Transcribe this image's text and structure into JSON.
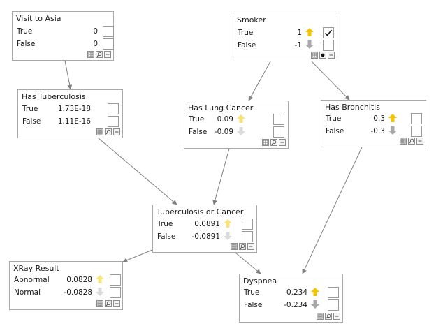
{
  "nodes": [
    {
      "id": "visit",
      "title": "Visit to Asia",
      "states": [
        {
          "label": "True",
          "value": "0",
          "arrow": "none",
          "checked": false
        },
        {
          "label": "False",
          "value": "0",
          "arrow": "none",
          "checked": false
        }
      ],
      "tools": [
        "grid-icon",
        "zoom-icon",
        "collapse-icon"
      ]
    },
    {
      "id": "smoker",
      "title": "Smoker",
      "states": [
        {
          "label": "True",
          "value": "1",
          "arrow": "up-strong",
          "checked": true
        },
        {
          "label": "False",
          "value": "-1",
          "arrow": "down-strong",
          "checked": false
        }
      ],
      "tools": [
        "grid-icon",
        "dot-icon",
        "collapse-icon"
      ]
    },
    {
      "id": "tb",
      "title": "Has Tuberculosis",
      "states": [
        {
          "label": "True",
          "value": "1.73E-18",
          "arrow": "none",
          "checked": false
        },
        {
          "label": "False",
          "value": "1.11E-16",
          "arrow": "none",
          "checked": false
        }
      ],
      "tools": [
        "grid-icon",
        "zoom-icon",
        "collapse-icon"
      ]
    },
    {
      "id": "lung",
      "title": "Has Lung Cancer",
      "states": [
        {
          "label": "True",
          "value": "0.09",
          "arrow": "up-light",
          "checked": false
        },
        {
          "label": "False",
          "value": "-0.09",
          "arrow": "down-light",
          "checked": false
        }
      ],
      "tools": [
        "grid-icon",
        "zoom-icon",
        "collapse-icon"
      ]
    },
    {
      "id": "bronch",
      "title": "Has Bronchitis",
      "states": [
        {
          "label": "True",
          "value": "0.3",
          "arrow": "up-strong",
          "checked": false
        },
        {
          "label": "False",
          "value": "-0.3",
          "arrow": "down-strong",
          "checked": false
        }
      ],
      "tools": [
        "grid-icon",
        "zoom-icon",
        "collapse-icon"
      ]
    },
    {
      "id": "tborca",
      "title": "Tuberculosis or Cancer",
      "states": [
        {
          "label": "True",
          "value": "0.0891",
          "arrow": "up-light",
          "checked": false
        },
        {
          "label": "False",
          "value": "-0.0891",
          "arrow": "down-light",
          "checked": false
        }
      ],
      "tools": [
        "grid-icon",
        "zoom-icon",
        "collapse-icon"
      ]
    },
    {
      "id": "xray",
      "title": "XRay Result",
      "states": [
        {
          "label": "Abnormal",
          "value": "0.0828",
          "arrow": "up-light",
          "checked": false
        },
        {
          "label": "Normal",
          "value": "-0.0828",
          "arrow": "down-light",
          "checked": false
        }
      ],
      "tools": [
        "grid-icon",
        "zoom-icon",
        "collapse-icon"
      ]
    },
    {
      "id": "dysp",
      "title": "Dyspnea",
      "states": [
        {
          "label": "True",
          "value": "0.234",
          "arrow": "up-strong",
          "checked": false
        },
        {
          "label": "False",
          "value": "-0.234",
          "arrow": "down-strong",
          "checked": false
        }
      ],
      "tools": [
        "grid-icon",
        "zoom-icon",
        "collapse-icon"
      ]
    }
  ],
  "edges": [
    {
      "from": "visit",
      "to": "tb"
    },
    {
      "from": "smoker",
      "to": "lung"
    },
    {
      "from": "smoker",
      "to": "bronch"
    },
    {
      "from": "tb",
      "to": "tborca"
    },
    {
      "from": "lung",
      "to": "tborca"
    },
    {
      "from": "tborca",
      "to": "xray"
    },
    {
      "from": "tborca",
      "to": "dysp"
    },
    {
      "from": "bronch",
      "to": "dysp"
    }
  ],
  "colors": {
    "up_strong": "#f4c400",
    "up_light": "#f7e37a",
    "down_strong": "#a8a8a8",
    "down_light": "#dadada",
    "edge": "#808080",
    "border": "#a9a9a9"
  }
}
